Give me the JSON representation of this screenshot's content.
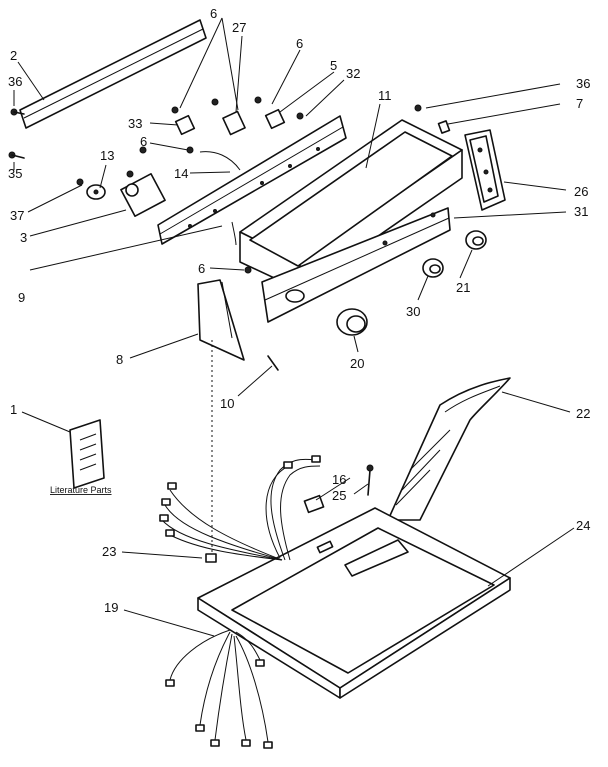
{
  "caption": "Literature Parts",
  "callouts": {
    "c1": "1",
    "c2": "2",
    "c3": "3",
    "c5": "5",
    "c6a": "6",
    "c6b": "6",
    "c6c": "6",
    "c6d": "6",
    "c7": "7",
    "c8": "8",
    "c9": "9",
    "c10": "10",
    "c11": "11",
    "c13": "13",
    "c14": "14",
    "c16": "16",
    "c19": "19",
    "c20": "20",
    "c21": "21",
    "c22": "22",
    "c23": "23",
    "c24": "24",
    "c25": "25",
    "c26": "26",
    "c27": "27",
    "c30": "30",
    "c31": "31",
    "c32": "32",
    "c33": "33",
    "c35": "35",
    "c36a": "36",
    "c36b": "36",
    "c37": "37"
  }
}
